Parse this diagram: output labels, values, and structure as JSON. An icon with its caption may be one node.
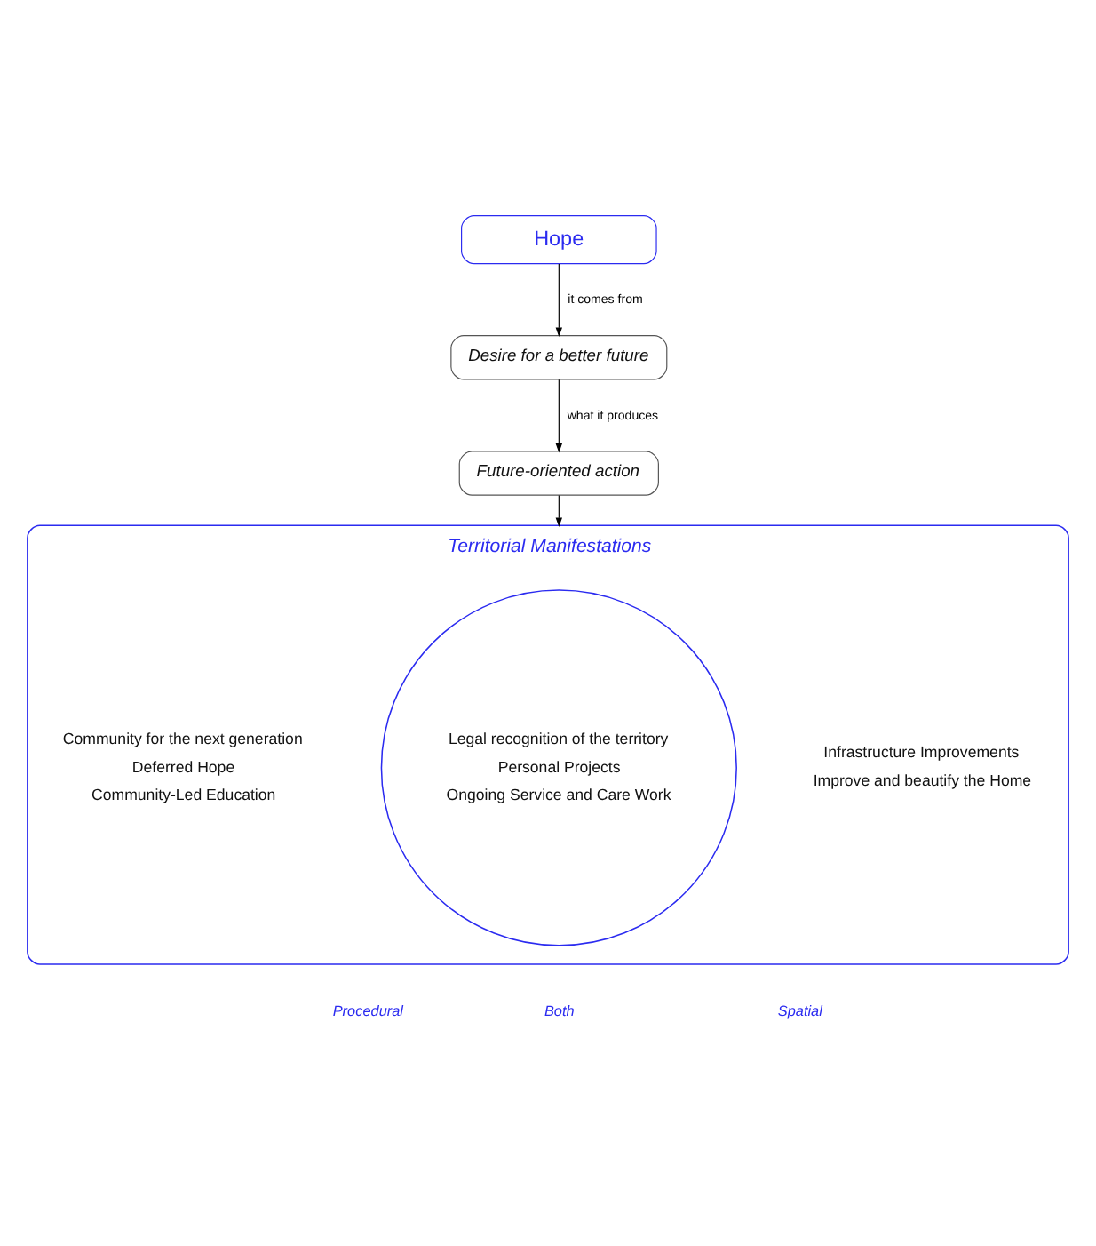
{
  "diagram": {
    "nodes": [
      {
        "text": [
          "Hope"
        ]
      },
      {
        "text": [
          "Desire for a better future"
        ]
      },
      {
        "text": [
          "Future-oriented action"
        ]
      },
      {
        "text": [
          "Territorial Manifestations",
          "Community for the next generation",
          "Deferred Hope",
          "Community-Led Education",
          "Infrastructure Improvements",
          "Improve and beautify the Home"
        ]
      },
      {
        "text": [
          "Legal recognition of the territory",
          "Personal Projects",
          "Ongoing Service and Care Work"
        ],
        "in": 3
      }
    ],
    "edges": [
      {
        "from": 0,
        "to": 1,
        "arrow": "to",
        "label": "it comes from"
      },
      {
        "from": 1,
        "to": 2,
        "arrow": "to",
        "label": "what it produces"
      },
      {
        "from": 2,
        "to": 3,
        "arrow": "to"
      }
    ],
    "labels": [
      "Procedural",
      "Both",
      "Spatial"
    ]
  }
}
